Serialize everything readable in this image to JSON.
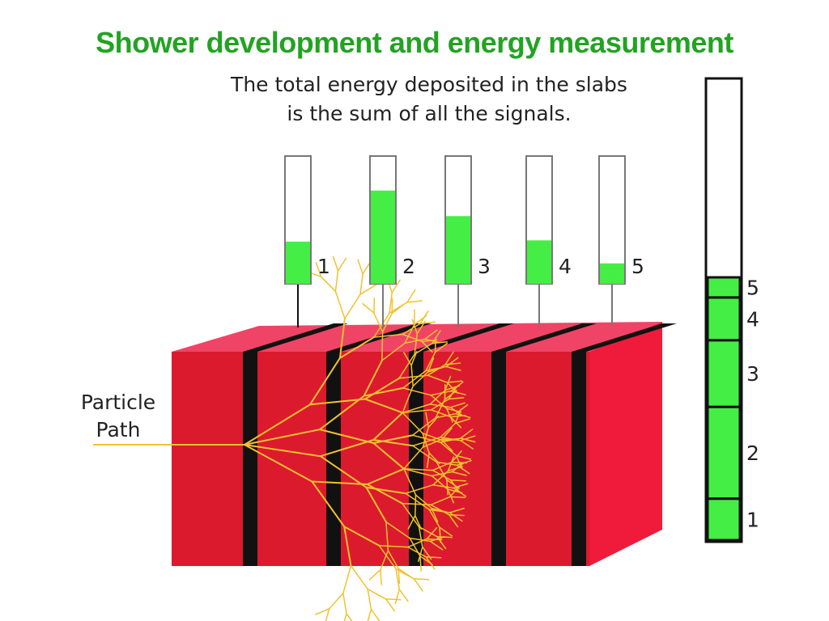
{
  "title": "Shower development and energy measurement",
  "caption": {
    "line1": "The total energy deposited in the slabs",
    "line2": "is the sum of all the signals."
  },
  "particle_label": {
    "line1": "Particle",
    "line2": "Path"
  },
  "meters": [
    {
      "label": "1",
      "fill": 0.33
    },
    {
      "label": "2",
      "fill": 0.73
    },
    {
      "label": "3",
      "fill": 0.53
    },
    {
      "label": "4",
      "fill": 0.34
    },
    {
      "label": "5",
      "fill": 0.16
    }
  ],
  "sum_meter": {
    "segments": [
      {
        "label": "1"
      },
      {
        "label": "2"
      },
      {
        "label": "3"
      },
      {
        "label": "4"
      },
      {
        "label": "5"
      }
    ]
  },
  "colors": {
    "title": "#22a322",
    "signal": "#44ee44",
    "slab_front": "#dc1a2e",
    "slab_top": "#f04466",
    "slab_side": "#f01a3a",
    "absorber": "#111111",
    "shower": "#f2c12e",
    "wire": "#777777"
  }
}
